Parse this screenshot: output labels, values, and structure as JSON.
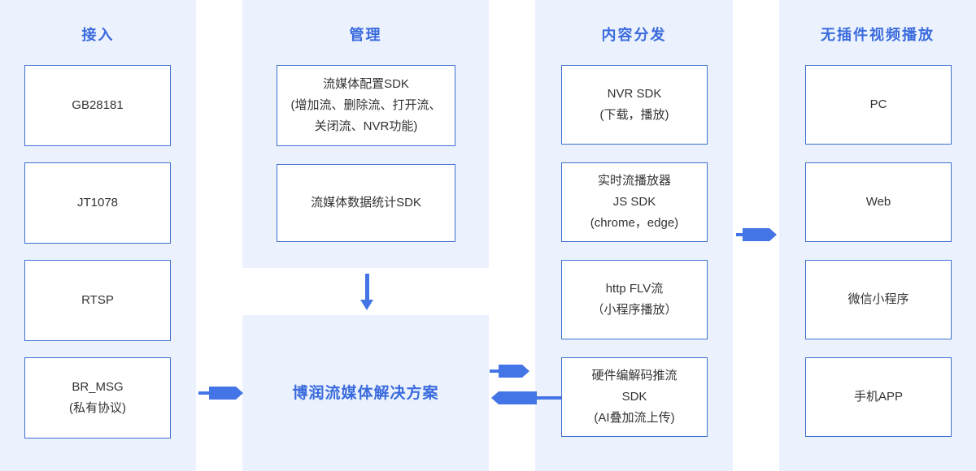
{
  "columns": [
    {
      "title": "接入",
      "boxes": [
        [
          "GB28181"
        ],
        [
          "JT1078"
        ],
        [
          "RTSP"
        ],
        [
          "BR_MSG",
          "(私有协议)"
        ]
      ]
    },
    {
      "title": "管理",
      "boxes": [
        [
          "流媒体配置SDK",
          "(增加流、删除流、打开流、",
          "关闭流、NVR功能)"
        ],
        [
          "流媒体数据统计SDK"
        ]
      ],
      "solution": "博润流媒体解决方案"
    },
    {
      "title": "内容分发",
      "boxes": [
        [
          "NVR SDK",
          "(下载，播放)"
        ],
        [
          "实时流播放器",
          "JS SDK",
          "(chrome，edge)"
        ],
        [
          "http FLV流",
          "（小程序播放）"
        ],
        [
          "硬件编解码推流",
          "SDK",
          "(AI叠加流上传)"
        ]
      ]
    },
    {
      "title": "无插件视频播放",
      "boxes": [
        [
          "PC"
        ],
        [
          "Web"
        ],
        [
          "微信小程序"
        ],
        [
          "手机APP"
        ]
      ]
    }
  ],
  "colors": {
    "column_bg": "#EBF2FE",
    "box_border": "#3E6FCF",
    "heading_text": "#3A6BDD",
    "arrow": "#4375E6",
    "box_text": "#333333"
  }
}
